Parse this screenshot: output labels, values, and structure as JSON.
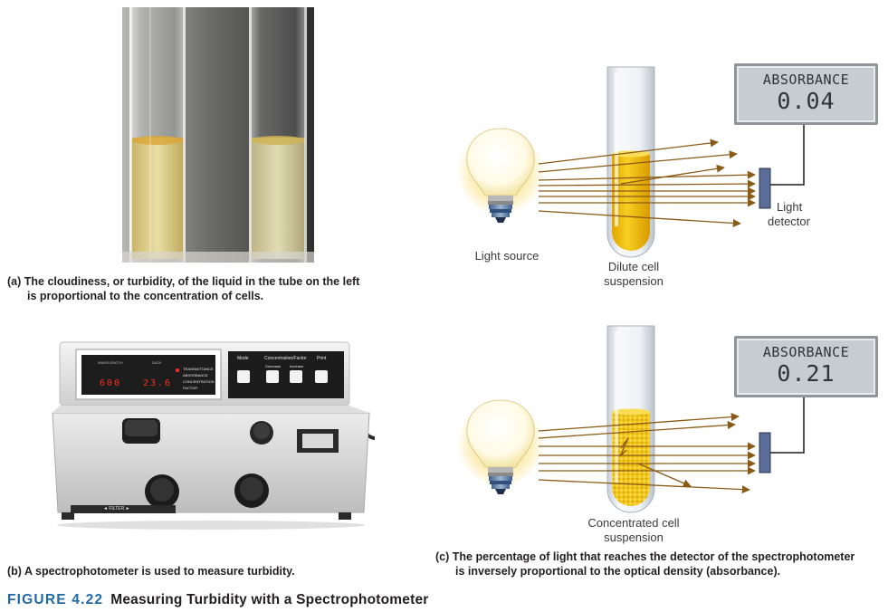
{
  "panel_a": {
    "caption_line1": "(a) The cloudiness, or turbidity, of the liquid in the tube on the left",
    "caption_line2": "is proportional to the concentration of cells."
  },
  "panel_b": {
    "caption": "(b) A spectrophotometer is used to measure turbidity.",
    "device": {
      "button_labels": [
        "Mode",
        "Concentration/Factor",
        "Print"
      ],
      "small_button_labels": [
        "Decrease",
        "Increase"
      ],
      "window_label_left": "WAVELENGTH",
      "window_label_right": "DATA",
      "wavelength_display": "600",
      "data_display": "23.6",
      "modes": [
        "TRANSMITTANCE",
        "ABSORBANCE",
        "CONCENTRATION",
        "FACTOR"
      ],
      "filter_label": "◄ FILTER ►"
    }
  },
  "panel_c_top": {
    "display_label": "ABSORBANCE",
    "display_value": "0.04",
    "light_source_label": "Light source",
    "tube_label_line1": "Dilute cell",
    "tube_label_line2": "suspension",
    "detector_label_line1": "Light",
    "detector_label_line2": "detector"
  },
  "panel_c_bottom": {
    "display_label": "ABSORBANCE",
    "display_value": "0.21",
    "tube_label_line1": "Concentrated cell",
    "tube_label_line2": "suspension",
    "caption_line1": "(c) The percentage of light that reaches the detector of the spectrophotometer",
    "caption_line2": "is inversely proportional to the optical density (absorbance)."
  },
  "figure": {
    "number": "FIGURE 4.22",
    "title": "Measuring Turbidity with a Spectrophotometer"
  },
  "colors": {
    "figure_number": "#1f6aa8",
    "arrow": "#8a5a17",
    "tube_fill": "#f0bf06",
    "detector": "#5a6c98"
  }
}
